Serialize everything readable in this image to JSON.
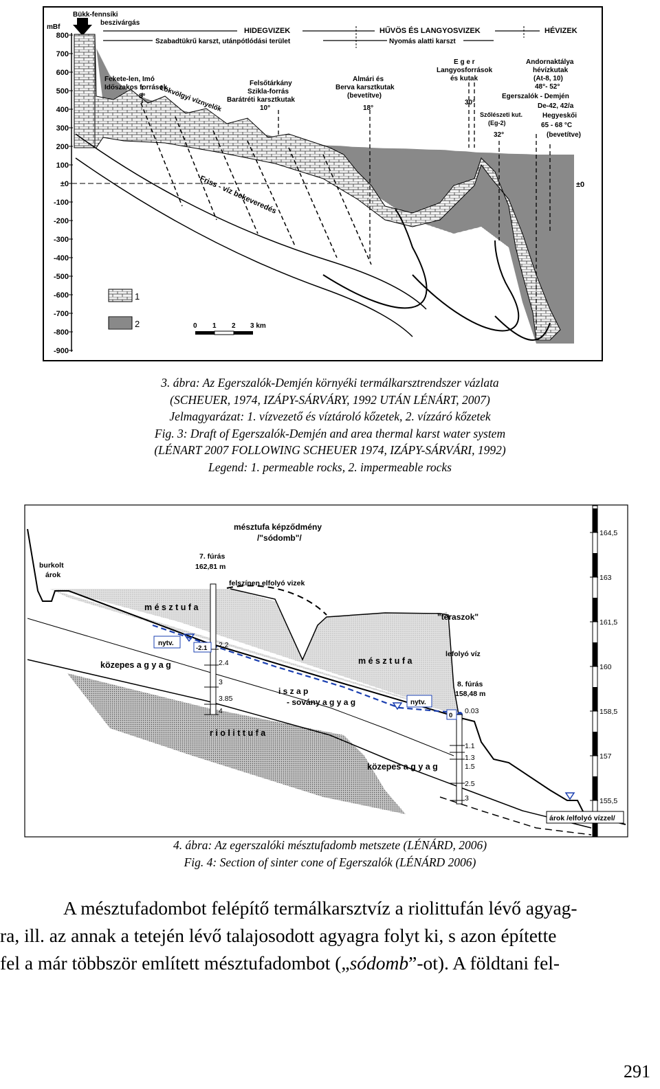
{
  "figure3": {
    "axis_label": "mBf",
    "y_ticks": [
      "800",
      "700",
      "600",
      "500",
      "400",
      "300",
      "200",
      "100",
      "±0",
      "-100",
      "-200",
      "-300",
      "-400",
      "-500",
      "-600",
      "-700",
      "-800",
      "-900"
    ],
    "right_zero": "±0",
    "bukk_label_1": "Bükk-fennsíki",
    "bukk_label_2": "beszivárgás",
    "zone_cold": "HIDEGVIZEK",
    "zone_cool": "HŰVÖS ÉS LANGYOSVIZEK",
    "zone_hot": "HÉVIZEK",
    "zone_free": "Szabadtükrű karszt, utánpótlódási terület",
    "zone_pressure": "Nyomás alatti karszt",
    "label_fekete_1": "Fekete-len, Imó",
    "label_fekete_2": "Időszakos források",
    "label_fekete_3": "8°",
    "label_lokvolgy": "Lökvölgyi víznyelők",
    "label_felsotarkany_1": "Felsőtárkány",
    "label_felsotarkany_2": "Szikla-forrás",
    "label_felsotarkany_3": "Barátréti karsztkutak",
    "label_felsotarkany_4": "10°",
    "label_almari_1": "Almári és",
    "label_almari_2": "Berva karsztkutak",
    "label_almari_3": "(bevetítve)",
    "label_almari_4": "18°",
    "label_eger_1": "E g e r",
    "label_eger_2": "Langyosforrások",
    "label_eger_3": "és kutak",
    "label_eger_4": "30°",
    "label_szoleszeti_1": "Szőlészeti kut.",
    "label_szoleszeti_2": "(Eg-2)",
    "label_szoleszeti_3": "32°",
    "label_andornak_1": "Andornaktálya",
    "label_andornak_2": "hévízkutak",
    "label_andornak_3": "(At-8, 10)",
    "label_andornak_4": "48°- 52°",
    "label_egerszalok_1": "Egerszalók - Demjén",
    "label_egerszalok_2": "De-42, 42/a",
    "label_egerszalok_3": "Hegyeskői",
    "label_egerszalok_4": "65 - 68 °C",
    "label_egerszalok_5": "(bevetítve)",
    "label_friss": "Friss - víz bekeveredés",
    "legend_1": "1",
    "legend_2": "2",
    "scale_labels": [
      "0",
      "1",
      "2",
      "3 km"
    ]
  },
  "caption3": {
    "line1": "3. ábra: Az Egerszalók-Demjén környéki termálkarsztrendszer vázlata",
    "line2": "(SCHEUER, 1974, IZÁPY-SÁRVÁRY, 1992 UTÁN LÉNÁRT, 2007)",
    "line3": "Jelmagyarázat: 1. vízvezető és víztároló kőzetek, 2. vízzáró kőzetek",
    "line4": "Fig. 3: Draft of Egerszalók-Demjén and area thermal karst water system",
    "line5": "(LÉNART 2007 FOLLOWING SCHEUER 1974, IZÁPY-SÁRVÁRI, 1992)",
    "line6": "Legend: 1. permeable rocks, 2. impermeable rocks"
  },
  "figure4": {
    "title_1": "mésztufa képződmény",
    "title_2": "/\"sódomb\"/",
    "burkolt_1": "burkolt",
    "burkolt_2": "árok",
    "furas7_1": "7. fúrás",
    "furas7_2": "162,81 m",
    "felszinen": "felszínen elfolyó vizek",
    "mesztufa_1": "m é s z t u f a",
    "mesztufa_2": "m é s z t u f a",
    "teraszok": "\"teraszok\"",
    "nytv_1": "nytv.",
    "nytv_2": "nytv.",
    "depth7_value": "-2.1",
    "depth7": [
      "2.2",
      "2.4",
      "3",
      "3.85",
      "4"
    ],
    "kozepes_1": "közepes a g y a g",
    "kozepes_2": "közepes a g y a g",
    "lefolyo": "lefolyó víz",
    "iszap_1": "i s z a p",
    "iszap_2": "- sovány a g y a g",
    "furas8_1": "8. fúrás",
    "furas8_2": "158,48 m",
    "depth8_value": "0",
    "depth8": [
      "0.03",
      "1.1",
      "1.3",
      "1.5",
      "2.5",
      "3"
    ],
    "riolittufa": "r i o l i t t u f a",
    "scale": [
      "164,5",
      "163",
      "161,5",
      "160",
      "158,5",
      "157",
      "155,5"
    ],
    "arok": "árok /elfolyó vízzel/"
  },
  "caption4": {
    "line1": "4. ábra: Az egerszalóki mésztufadomb metszete (LÉNÁRD, 2006)",
    "line2": "Fig. 4: Section of sinter cone of Egerszalók (LÉNÁRD 2006)"
  },
  "body": {
    "line1": "A mésztufadombot felépítő termálkarsztvíz a riolittufán lévő agyag-",
    "line2": "ra, ill. az annak a tetején lévő talajosodott agyagra folyt ki, s azon építette",
    "line3_a": "fel a már többször említett mésztufadombot („",
    "line3_b": "sódomb",
    "line3_c": "”-ot). A földtani fel-"
  },
  "page_number": "291"
}
